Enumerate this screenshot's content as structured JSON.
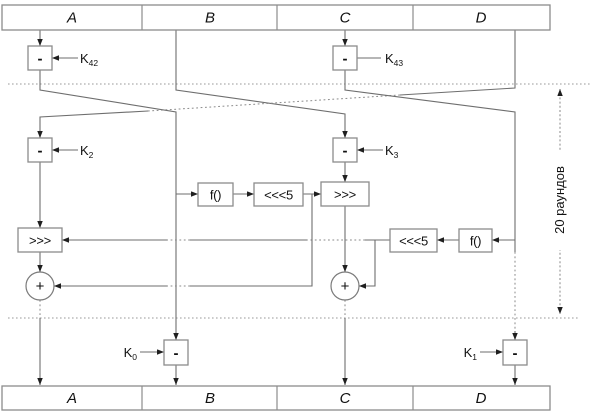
{
  "registers": {
    "top": [
      "A",
      "B",
      "C",
      "D"
    ],
    "bottom": [
      "A",
      "B",
      "C",
      "D"
    ]
  },
  "keys": {
    "k42": {
      "base": "K",
      "sub": "42"
    },
    "k43": {
      "base": "K",
      "sub": "43"
    },
    "k2": {
      "base": "K",
      "sub": "2"
    },
    "k3": {
      "base": "K",
      "sub": "3"
    },
    "k0": {
      "base": "K",
      "sub": "0"
    },
    "k1": {
      "base": "K",
      "sub": "1"
    }
  },
  "operations": {
    "subtract": "-",
    "add": "+",
    "f_function": "f()",
    "rotate_left_5": "<<<5",
    "rotate_right": ">>>"
  },
  "annotations": {
    "rounds_label": "20 раундов"
  },
  "colors": {
    "line": "#6e6e6e",
    "box_border": "#8c8c8c",
    "arrowhead": "#1f1f1f",
    "text": "#111111",
    "separator": "#999999",
    "background": "#ffffff"
  }
}
